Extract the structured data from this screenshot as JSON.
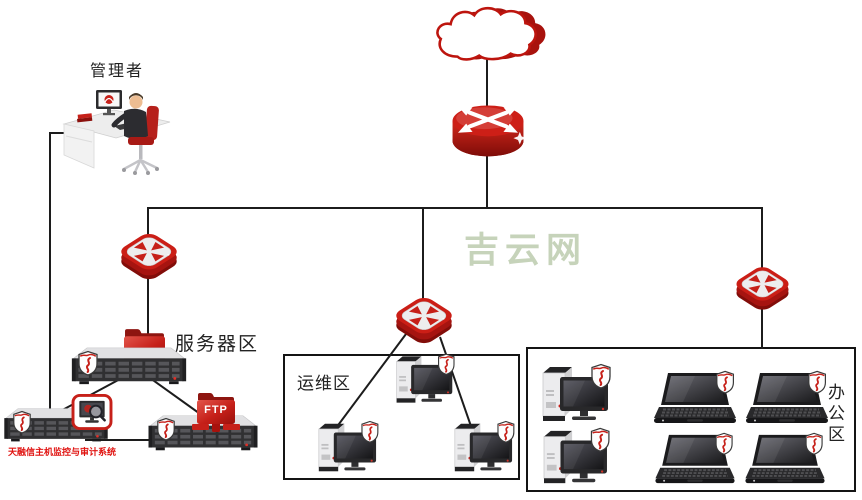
{
  "watermark": "吉云网",
  "labels": {
    "admin": "管理者",
    "ftp": "FTP",
    "audit_system": "天融信主机监控与审计系统"
  },
  "zones": {
    "server": {
      "label": "服务器区"
    },
    "ops": {
      "label": "运维区"
    },
    "office": {
      "label": "办公区"
    }
  },
  "nodes": {
    "cloud": "internet-cloud",
    "router": "edge-router",
    "switches": [
      "server-zone-switch",
      "ops-zone-switch",
      "office-zone-switch"
    ],
    "server_zone": [
      "audited-server",
      "audit-console-server",
      "ftp-server"
    ],
    "ops_zone_desktops": 3,
    "office_zone_desktops": 2,
    "office_zone_laptops": 4
  },
  "icons": [
    "cloud-icon",
    "router-icon",
    "switch-icon",
    "admin-workstation-icon",
    "red-folder-icon",
    "rack-server-icon",
    "ftp-folder-icon",
    "audit-monitor-icon",
    "desktop-computer-icon",
    "laptop-icon",
    "shield-agent-icon"
  ],
  "colors": {
    "primary_red": "#c62019",
    "dark_red": "#8a100c",
    "watermark_green": "#c6d3ba",
    "line_black": "#1c1c1c",
    "audit_text_red": "#e01310"
  }
}
